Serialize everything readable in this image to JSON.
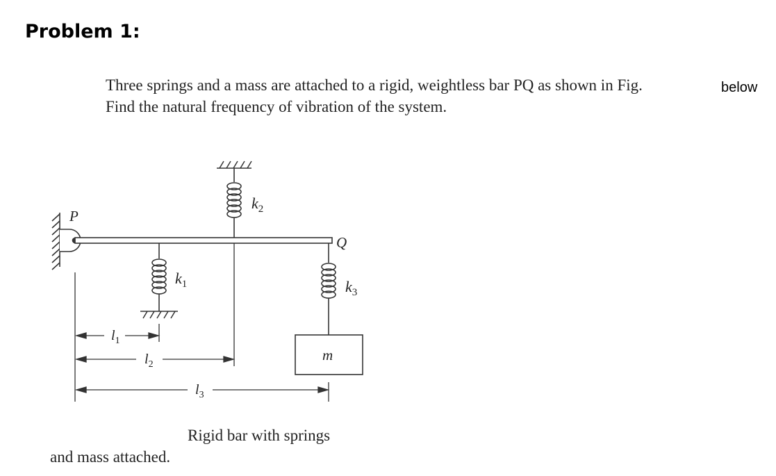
{
  "title": "Problem 1:",
  "problem": {
    "line1": "Three springs and a mass are attached to a rigid, weightless bar PQ as shown in Fig.",
    "line1_tail": "below",
    "line2": "Find the natural frequency of vibration of the system."
  },
  "figure": {
    "label_p": "P",
    "label_q": "Q",
    "label_k1": "k",
    "label_k1_sub": "1",
    "label_k2": "k",
    "label_k2_sub": "2",
    "label_k3": "k",
    "label_k3_sub": "3",
    "label_m": "m",
    "label_l1": "l",
    "label_l1_sub": "1",
    "label_l2": "l",
    "label_l2_sub": "2",
    "label_l3": "l",
    "label_l3_sub": "3"
  },
  "caption": {
    "line1": "Rigid bar with springs",
    "line2": "and mass attached."
  }
}
